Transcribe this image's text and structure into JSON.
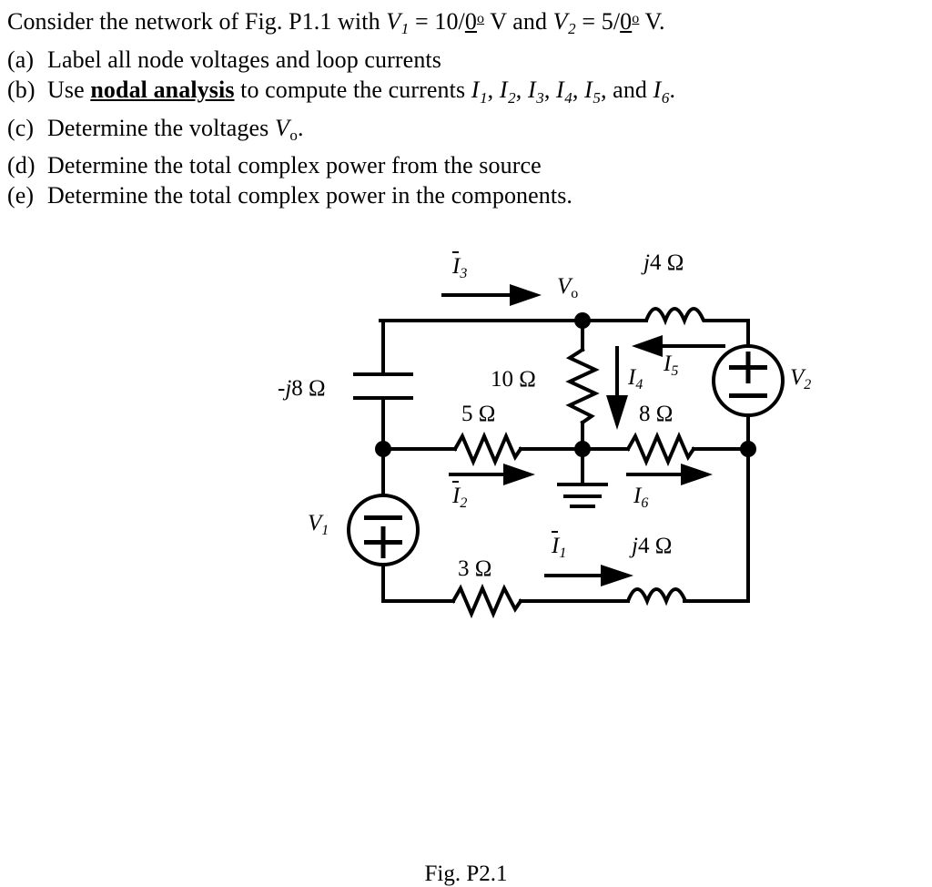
{
  "problem": {
    "intro": {
      "pre": "Consider the network of Fig. P1.1 with ",
      "v1_name": "V",
      "v1_sub": "1",
      "eq1": " = 10/",
      "v1_angle": "0",
      "deg": "o",
      "unit1": " V and ",
      "v2_name": "V",
      "v2_sub": "2",
      "eq2": " = 5/",
      "v2_angle": "0",
      "unit2": " V."
    },
    "items": [
      {
        "tag": "(a)",
        "text": "Label all node voltages and loop currents"
      },
      {
        "tag": "(b)",
        "pre": "Use ",
        "emph": "nodal analysis",
        "mid": " to compute the  currents ",
        "currents": "I1, I2, I3, I4, I5, and I6."
      },
      {
        "tag": "(c)",
        "pre": "Determine the voltages ",
        "sym": "V",
        "sym_sub": "o",
        "post": "."
      },
      {
        "tag": "(d)",
        "text": "Determine the total complex power from the source"
      },
      {
        "tag": "(e)",
        "text": "Determine the total complex power in the components."
      }
    ]
  },
  "circuit": {
    "caption": "Fig. P2.1",
    "labels": {
      "i3": {
        "sym": "I",
        "sub": "3",
        "bar": true
      },
      "vo": {
        "sym": "V",
        "sub": "o",
        "bar": false
      },
      "j4_top": "j4 Ω",
      "i5": {
        "sym": "I",
        "sub": "5",
        "bar": false
      },
      "v2": {
        "sym": "V",
        "sub": "2",
        "bar": false
      },
      "cap": "-j8 Ω",
      "r10": "10 Ω",
      "i4": {
        "sym": "I",
        "sub": "4",
        "bar": false
      },
      "r5": "5 Ω",
      "r8": "8 Ω",
      "i2": {
        "sym": "I",
        "sub": "2",
        "bar": true
      },
      "i6": {
        "sym": "I",
        "sub": "6",
        "bar": false
      },
      "v1": {
        "sym": "V",
        "sub": "1",
        "bar": false
      },
      "r3": "3 Ω",
      "i1": {
        "sym": "I",
        "sub": "1",
        "bar": true
      },
      "j4_bot": "j4 Ω"
    },
    "components": [
      {
        "name": "capacitor-neg-j8",
        "type": "capacitor",
        "value": "-j8 Ω"
      },
      {
        "name": "resistor-10-ohm",
        "type": "resistor",
        "value": "10 Ω"
      },
      {
        "name": "resistor-5-ohm",
        "type": "resistor",
        "value": "5 Ω"
      },
      {
        "name": "resistor-8-ohm",
        "type": "resistor",
        "value": "8 Ω"
      },
      {
        "name": "resistor-3-ohm",
        "type": "resistor",
        "value": "3 Ω"
      },
      {
        "name": "inductor-j4-top",
        "type": "inductor",
        "value": "j4 Ω"
      },
      {
        "name": "inductor-j4-bottom",
        "type": "inductor",
        "value": "j4 Ω"
      },
      {
        "name": "source-v1",
        "type": "voltage-source",
        "value": "V1",
        "polarity": "minus-top-plus-bottom"
      },
      {
        "name": "source-v2",
        "type": "voltage-source",
        "value": "V2",
        "polarity": "plus-top-minus-bottom"
      },
      {
        "name": "ground",
        "type": "ground",
        "value": ""
      }
    ],
    "colors": {
      "wire": "#000000",
      "text": "#000000",
      "background": "#ffffff"
    }
  }
}
